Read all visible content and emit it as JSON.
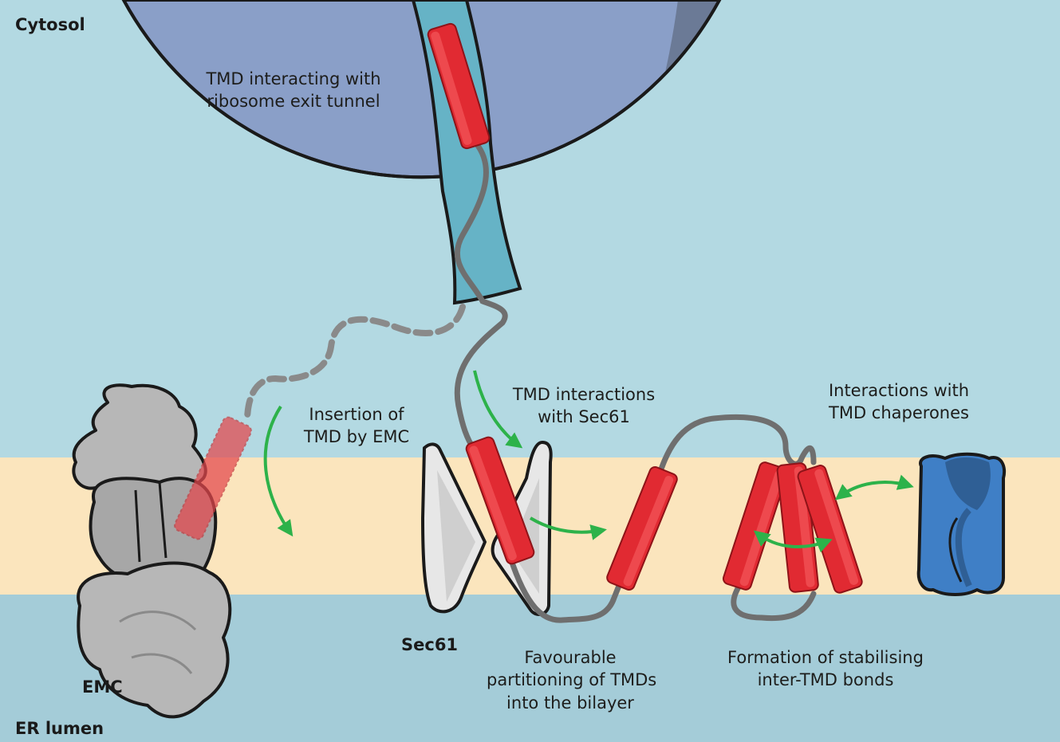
{
  "regions": {
    "cytosol": "Cytosol",
    "er_lumen": "ER lumen"
  },
  "components": {
    "emc": "EMC",
    "sec61": "Sec61"
  },
  "annotations": {
    "ribosome_tunnel": [
      "TMD interacting with",
      "ribosome exit tunnel"
    ],
    "emc_insertion": [
      "Insertion of",
      "TMD by EMC"
    ],
    "sec61_interactions": [
      "TMD interactions",
      "with Sec61"
    ],
    "chaperones": [
      "Interactions with",
      "TMD chaperones"
    ],
    "partitioning": [
      "Favourable",
      "partitioning of TMDs",
      "into the bilayer"
    ],
    "inter_tmd_bonds": [
      "Formation of stabilising",
      "inter-TMD bonds"
    ]
  },
  "colors": {
    "cytosol": "#b3d9e2",
    "membrane": "#fbe5bd",
    "lumen": "#a4ccd8",
    "ribosome": "#8a9fc8",
    "ribosome_shadow": "#6b7a96",
    "tunnel": "#66b3c6",
    "tmd": "#e12a32",
    "tmd_highlight": "#f15155",
    "chain": "#6f6f6f",
    "arrow": "#2db24a",
    "emc": "#b7b7b7",
    "sec61": "#e7e7e7",
    "chaperone": "#3f7fc6",
    "chaperone_dark": "#2f5f95"
  }
}
